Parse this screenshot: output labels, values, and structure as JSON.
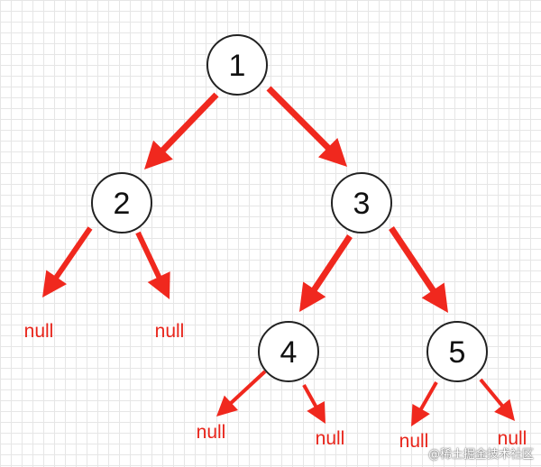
{
  "diagram": {
    "nodes": [
      {
        "id": "n1",
        "label": "1"
      },
      {
        "id": "n2",
        "label": "2"
      },
      {
        "id": "n3",
        "label": "3"
      },
      {
        "id": "n4",
        "label": "4"
      },
      {
        "id": "n5",
        "label": "5"
      }
    ],
    "null_labels": [
      {
        "id": "null-2l",
        "label": "null"
      },
      {
        "id": "null-2r",
        "label": "null"
      },
      {
        "id": "null-4l",
        "label": "null"
      },
      {
        "id": "null-4r",
        "label": "null"
      },
      {
        "id": "null-5l",
        "label": "null"
      },
      {
        "id": "null-5r",
        "label": "null"
      }
    ],
    "edges": [
      {
        "from": "n1",
        "to": "n2"
      },
      {
        "from": "n1",
        "to": "n3"
      },
      {
        "from": "n2",
        "to": "null-2l"
      },
      {
        "from": "n2",
        "to": "null-2r"
      },
      {
        "from": "n3",
        "to": "n4"
      },
      {
        "from": "n3",
        "to": "n5"
      },
      {
        "from": "n4",
        "to": "null-4l"
      },
      {
        "from": "n4",
        "to": "null-4r"
      },
      {
        "from": "n5",
        "to": "null-5l"
      },
      {
        "from": "n5",
        "to": "null-5r"
      }
    ],
    "colors": {
      "arrow": "#f0281e",
      "null_text": "#e8241a",
      "node_stroke": "#222222"
    }
  },
  "watermark": "@稀土掘金技术社区"
}
